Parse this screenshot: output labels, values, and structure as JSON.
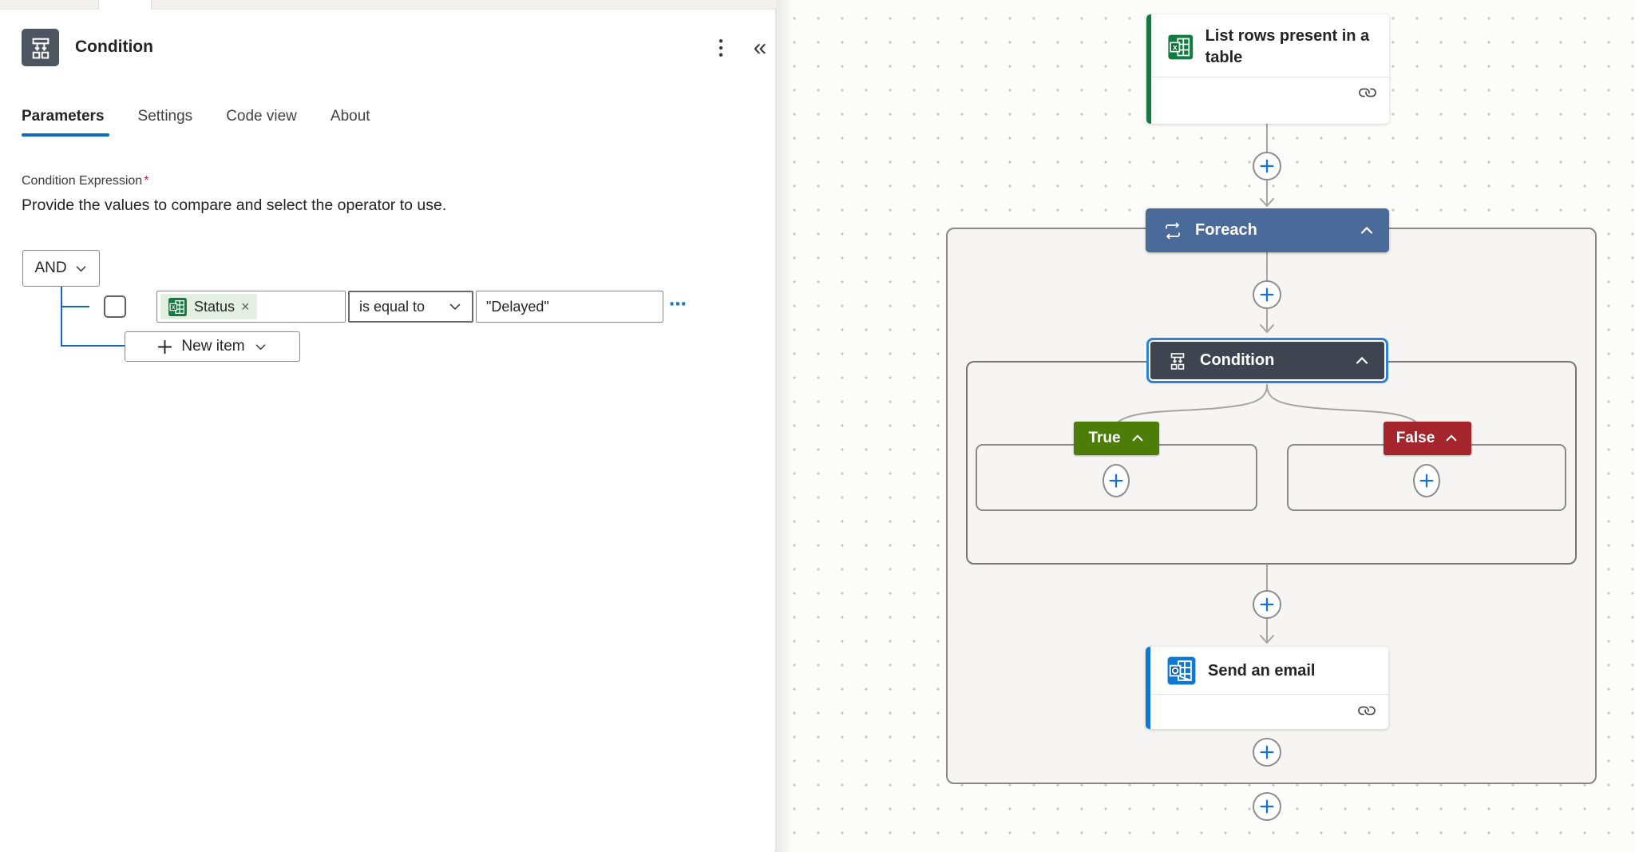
{
  "panel": {
    "title": "Condition",
    "collapse_icon": "«",
    "tabs": [
      "Parameters",
      "Settings",
      "Code view",
      "About"
    ],
    "expression": {
      "label": "Condition Expression",
      "required": "*",
      "helper": "Provide the values to compare and select the operator to use.",
      "group_operator": "AND",
      "row": {
        "operand": "Status",
        "remove_icon": "×",
        "operator": "is equal to",
        "value": "\"Delayed\"",
        "more_icon": "⋯"
      },
      "new_item_label": "New item"
    }
  },
  "canvas": {
    "nodes": {
      "list_rows": {
        "title": "List rows present in a table",
        "connector": "excel"
      },
      "foreach": {
        "title": "Foreach"
      },
      "condition": {
        "title": "Condition",
        "selected": true
      },
      "send_email": {
        "title": "Send an email",
        "connector": "outlook"
      }
    },
    "branches": {
      "true": {
        "label": "True"
      },
      "false": {
        "label": "False"
      }
    }
  },
  "colors": {
    "accent_blue": "#0f6cbd",
    "selection_blue": "#2c83d8",
    "foreach_header": "#4a6a9a",
    "condition_header": "#3e4551",
    "true_green": "#4b7d08",
    "false_red": "#a4262c",
    "excel_green": "#107c41",
    "outlook_blue": "#0f78d4",
    "wire_gray": "#a6a4a2",
    "tree_blue": "#1267c2"
  }
}
